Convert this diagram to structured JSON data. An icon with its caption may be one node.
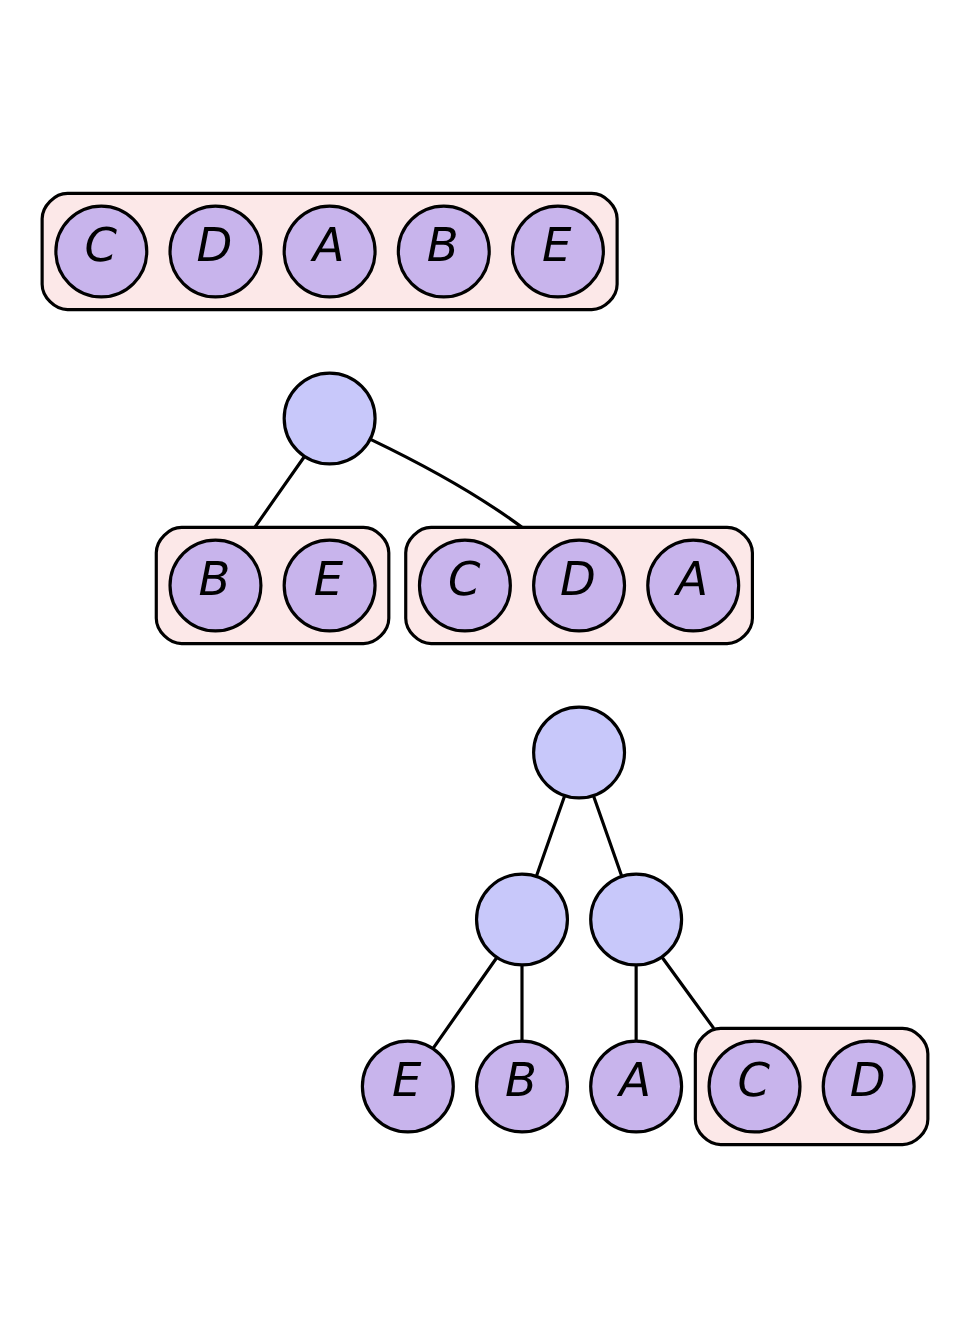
{
  "diagram": {
    "nodes": [
      {
        "text": [],
        "shape": "ellipse"
      },
      {
        "text": [
          "E"
        ],
        "in": 0
      },
      {
        "text": [
          "B"
        ],
        "in": 0
      },
      {
        "text": [
          "A"
        ],
        "in": 0
      },
      {
        "text": [
          "D"
        ],
        "in": 0
      },
      {
        "text": [
          "C"
        ],
        "in": 0
      },
      {
        "text": [],
        "shape": "circle"
      },
      {
        "text": [],
        "shape": "ellipse"
      },
      {
        "text": [
          "E"
        ],
        "in": 7
      },
      {
        "text": [
          "B"
        ],
        "in": 7
      },
      {
        "text": [],
        "shape": "ellipse"
      },
      {
        "text": [
          "A"
        ],
        "in": 10
      },
      {
        "text": [
          "D"
        ],
        "in": 10
      },
      {
        "text": [
          "C"
        ],
        "in": 10
      },
      {
        "text": [],
        "shape": "circle"
      },
      {
        "text": [],
        "shape": "circle"
      },
      {
        "text": [],
        "shape": "circle"
      },
      {
        "text": [
          "E"
        ]
      },
      {
        "text": [
          "B"
        ]
      },
      {
        "text": [
          "A"
        ]
      },
      {
        "text": [],
        "shape": "ellipse"
      },
      {
        "text": [
          "D"
        ],
        "in": 20
      },
      {
        "text": [
          "C"
        ],
        "in": 20
      }
    ],
    "edges": [
      {
        "from": 6,
        "to": 7,
        "arrow": "none"
      },
      {
        "from": 6,
        "to": 10,
        "arrow": "none"
      },
      {
        "from": 14,
        "to": 15,
        "arrow": "none"
      },
      {
        "from": 14,
        "to": 16,
        "arrow": "none"
      },
      {
        "from": 15,
        "to": 17,
        "arrow": "none"
      },
      {
        "from": 15,
        "to": 18,
        "arrow": "none"
      },
      {
        "from": 16,
        "to": 19,
        "arrow": "none"
      },
      {
        "from": 16,
        "to": 20,
        "arrow": "none"
      }
    ]
  }
}
